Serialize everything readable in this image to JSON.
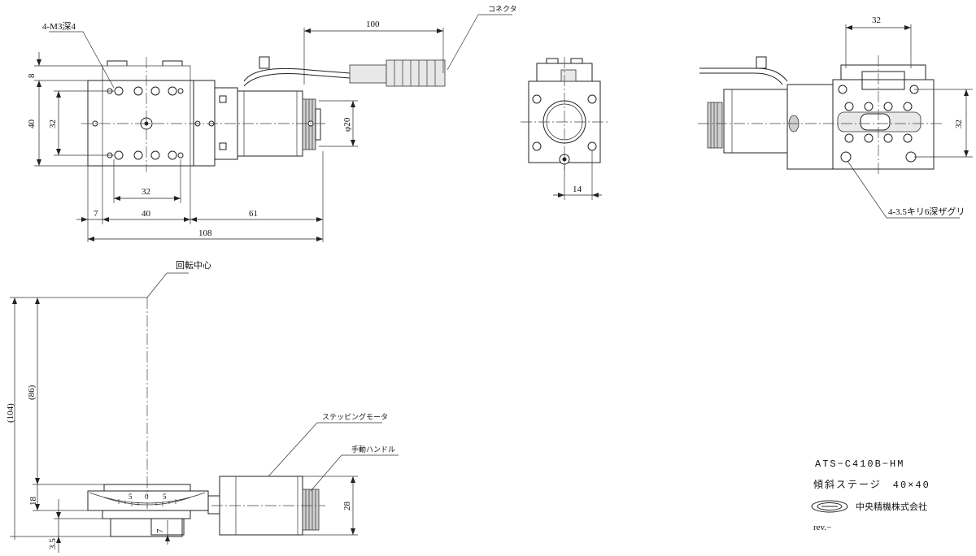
{
  "drawing": {
    "callouts": {
      "tapped_holes": "4-M3深4",
      "connector": "コネクタ",
      "counterbore": "4-3.5キリ6深ザグリ",
      "rotation_center": "回転中心",
      "stepping_motor": "ステッピングモータ",
      "hand_knob": "手動ハンドル"
    },
    "dimensions": {
      "top_100": "100",
      "top_8": "8",
      "top_40": "40",
      "top_32_v": "32",
      "top_phi20": "φ20",
      "top_32_h": "32",
      "top_7": "7",
      "top_40_h": "40",
      "top_61": "61",
      "top_108": "108",
      "end_14": "14",
      "side_32_h": "32",
      "side_32_v": "32",
      "front_104": "(104)",
      "front_86": "(86)",
      "front_18": "18",
      "front_3_5": "3.5",
      "front_7": "7",
      "front_28": "28"
    },
    "scale_labels": [
      "5",
      "0",
      "5"
    ],
    "title_block": {
      "model": "ATS−C410B−HM",
      "description": "傾斜ステージ　40×40",
      "company": "中央精機株式会社",
      "revision": "rev.−"
    }
  }
}
